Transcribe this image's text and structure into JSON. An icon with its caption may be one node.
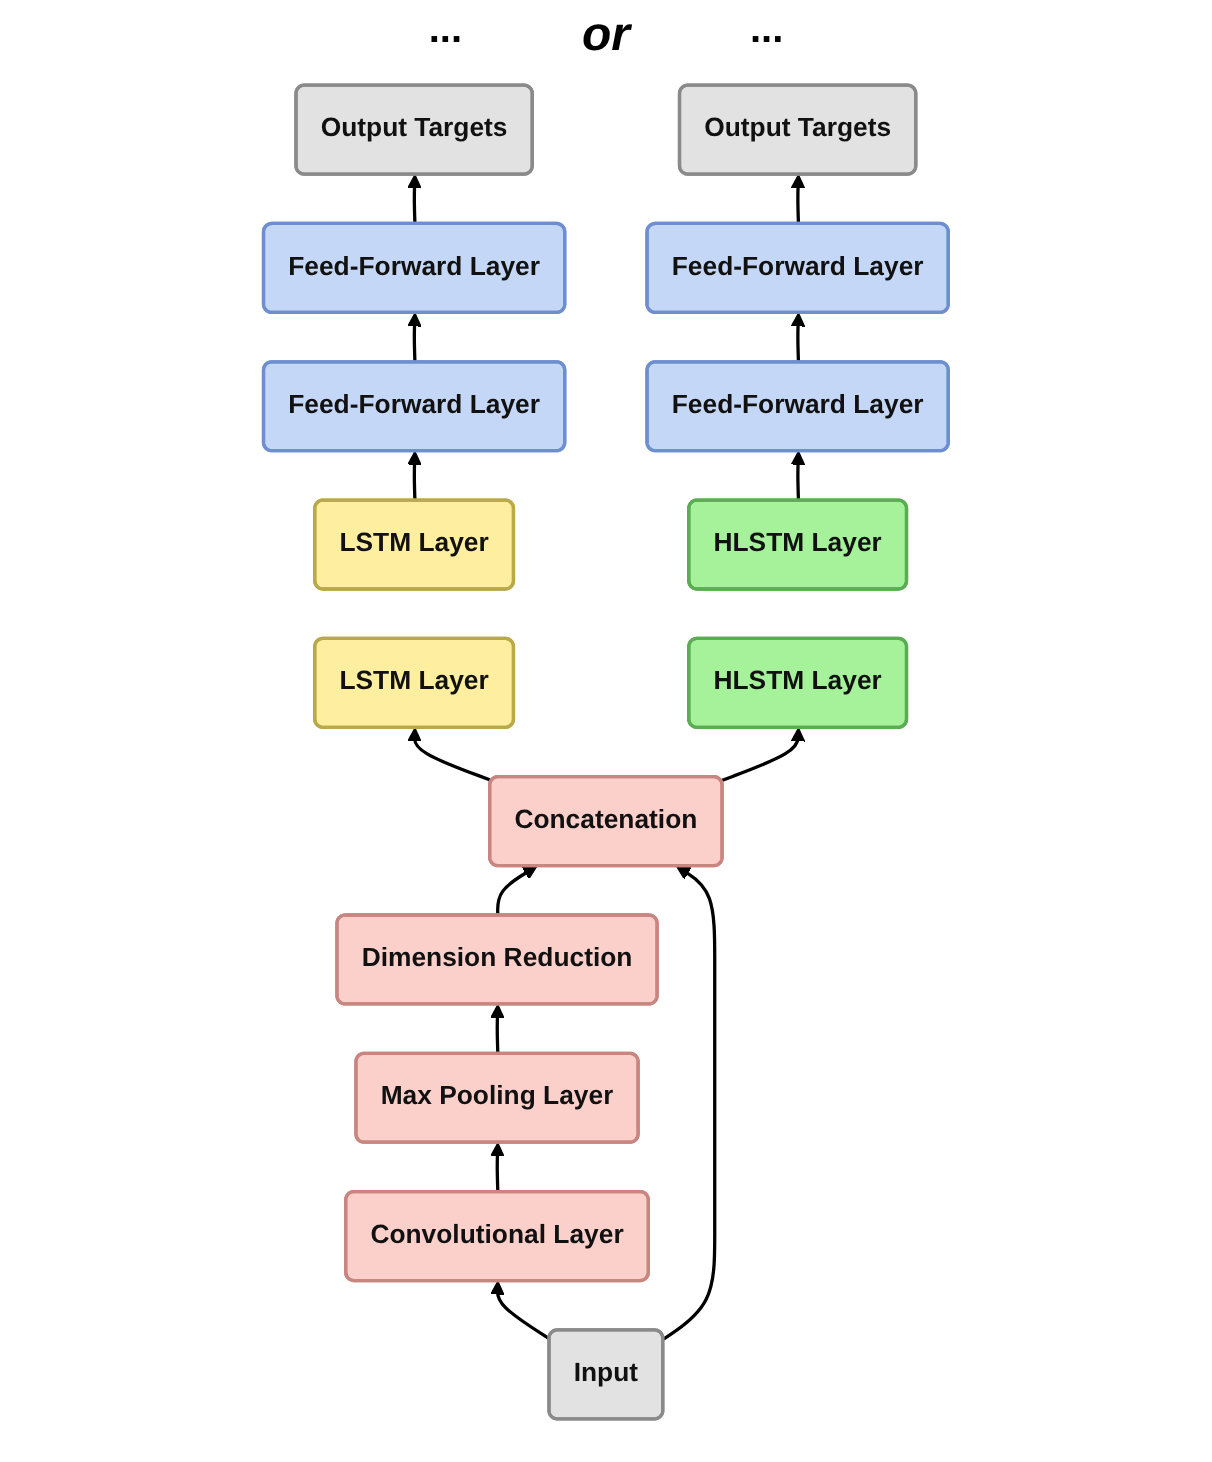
{
  "diagram": {
    "nodes": [
      {
        "text": [
          "Output Targets"
        ]
      },
      {
        "text": [
          "Output Targets"
        ]
      },
      {
        "text": [
          "Feed-Forward Layer"
        ]
      },
      {
        "text": [
          "Feed-Forward Layer"
        ]
      },
      {
        "text": [
          "Feed-Forward Layer"
        ]
      },
      {
        "text": [
          "Feed-Forward Layer"
        ]
      },
      {
        "text": [
          "LSTM Layer"
        ]
      },
      {
        "text": [
          "HLSTM Layer"
        ]
      },
      {
        "text": [
          "LSTM Layer"
        ]
      },
      {
        "text": [
          "HLSTM Layer"
        ]
      },
      {
        "text": [
          "Concatenation"
        ]
      },
      {
        "text": [
          "Dimension Reduction"
        ]
      },
      {
        "text": [
          "Max Pooling Layer"
        ]
      },
      {
        "text": [
          "Convolutional Layer"
        ]
      },
      {
        "text": [
          "Input"
        ]
      }
    ],
    "edges": [
      {
        "from": 14,
        "to": 13,
        "arrow": "to"
      },
      {
        "from": 13,
        "to": 12,
        "arrow": "to"
      },
      {
        "from": 12,
        "to": 11,
        "arrow": "to"
      },
      {
        "from": 11,
        "to": 10,
        "arrow": "to"
      },
      {
        "from": 14,
        "to": 10,
        "arrow": "to"
      },
      {
        "from": 10,
        "to": 8,
        "arrow": "to"
      },
      {
        "from": 10,
        "to": 9,
        "arrow": "to"
      },
      {
        "from": 6,
        "to": 4,
        "arrow": "to"
      },
      {
        "from": 4,
        "to": 2,
        "arrow": "to"
      },
      {
        "from": 2,
        "to": 0,
        "arrow": "to"
      },
      {
        "from": 7,
        "to": 5,
        "arrow": "to"
      },
      {
        "from": 5,
        "to": 3,
        "arrow": "to"
      },
      {
        "from": 3,
        "to": 1,
        "arrow": "to"
      }
    ],
    "labels": [
      "...",
      "or",
      "..."
    ]
  }
}
